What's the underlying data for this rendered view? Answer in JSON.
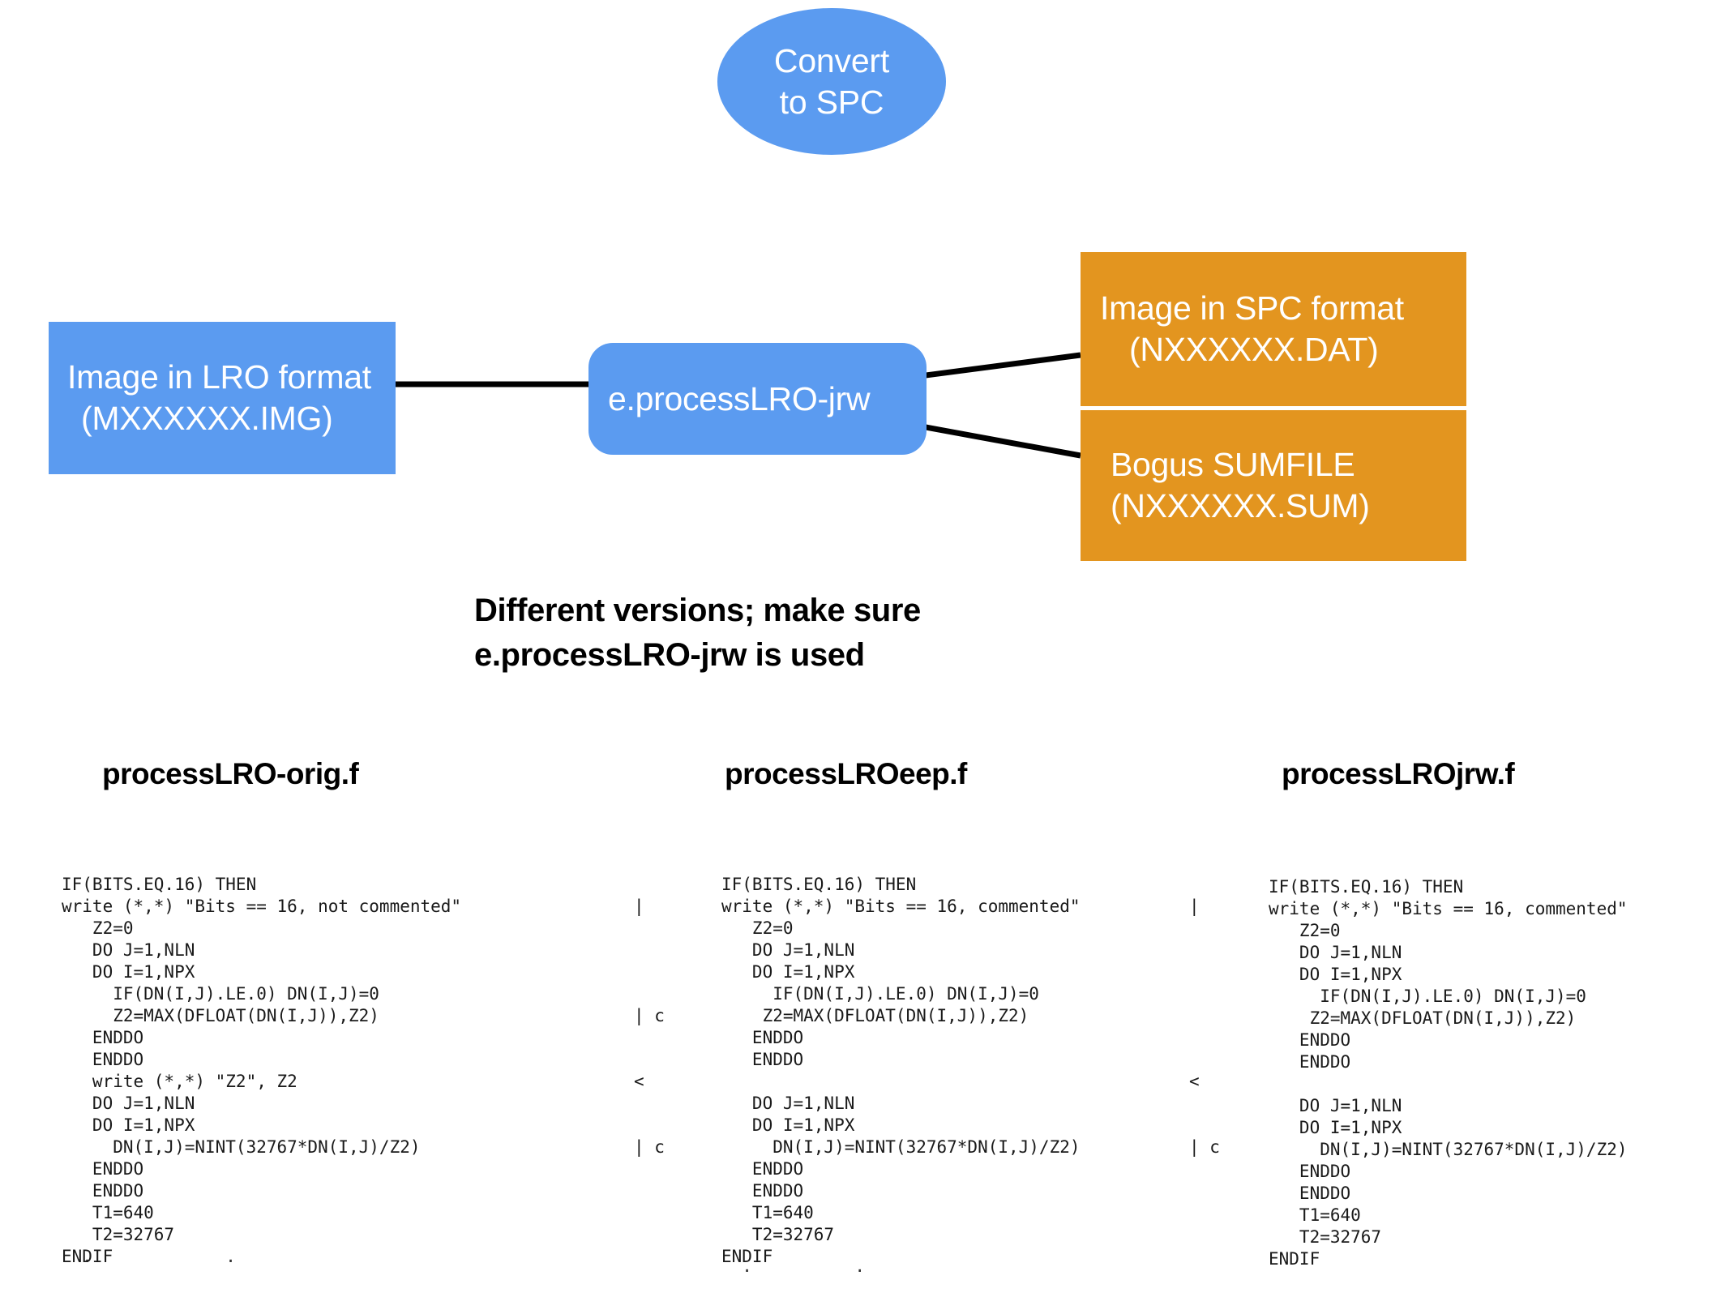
{
  "diagram": {
    "title_node": {
      "line1": "Convert",
      "line2": "to SPC"
    },
    "input_node": {
      "line1": "Image in LRO format",
      "line2": "(MXXXXXX.IMG)"
    },
    "process_node": {
      "label": "e.processLRO-jrw"
    },
    "output_node_1": {
      "line1": "Image in SPC format",
      "line2": "(NXXXXXX.DAT)"
    },
    "output_node_2": {
      "line1": "Bogus SUMFILE",
      "line2": "(NXXXXXX.SUM)"
    },
    "caption": {
      "line1": "Different versions; make sure",
      "line2": "e.processLRO-jrw is used"
    },
    "colors": {
      "blue": "#5B9BF0",
      "orange": "#E3951F",
      "line": "#000000",
      "node_text": "#FFFFFF",
      "body_text": "#000000"
    }
  },
  "comparison": {
    "columns": [
      {
        "header": "processLRO-orig.f",
        "code": "IF(BITS.EQ.16) THEN\nwrite (*,*) \"Bits == 16, not commented\"\n   Z2=0\n   DO J=1,NLN\n   DO I=1,NPX\n     IF(DN(I,J).LE.0) DN(I,J)=0\n     Z2=MAX(DFLOAT(DN(I,J)),Z2)\n   ENDDO\n   ENDDO\n   write (*,*) \"Z2\", Z2\n   DO J=1,NLN\n   DO I=1,NPX\n     DN(I,J)=NINT(32767*DN(I,J)/Z2)\n   ENDDO\n   ENDDO\n   T1=640\n   T2=32767\nENDIF",
        "diff_marks": "\n|\n\n\n\n\n| c\n\n\n<\n\n\n| c",
        "trailing": "  .             ."
      },
      {
        "header": "processLROeep.f",
        "code": "IF(BITS.EQ.16) THEN\nwrite (*,*) \"Bits == 16, commented\"\n   Z2=0\n   DO J=1,NLN\n   DO I=1,NPX\n     IF(DN(I,J).LE.0) DN(I,J)=0\n    Z2=MAX(DFLOAT(DN(I,J)),Z2)\n   ENDDO\n   ENDDO\n\n   DO J=1,NLN\n   DO I=1,NPX\n     DN(I,J)=NINT(32767*DN(I,J)/Z2)\n   ENDDO\n   ENDDO\n   T1=640\n   T2=32767\nENDIF",
        "diff_marks": "\n|\n\n\n\n\n\n\n\n<\n\n\n| c",
        "trailing": "  .          ."
      },
      {
        "header": "processLROjrw.f",
        "code": "IF(BITS.EQ.16) THEN\nwrite (*,*) \"Bits == 16, commented\"\n   Z2=0\n   DO J=1,NLN\n   DO I=1,NPX\n     IF(DN(I,J).LE.0) DN(I,J)=0\n    Z2=MAX(DFLOAT(DN(I,J)),Z2)\n   ENDDO\n   ENDDO\n\n   DO J=1,NLN\n   DO I=1,NPX\n     DN(I,J)=NINT(32767*DN(I,J)/Z2)\n   ENDDO\n   ENDDO\n   T1=640\n   T2=32767\nENDIF",
        "diff_marks": "",
        "trailing": ""
      }
    ]
  }
}
